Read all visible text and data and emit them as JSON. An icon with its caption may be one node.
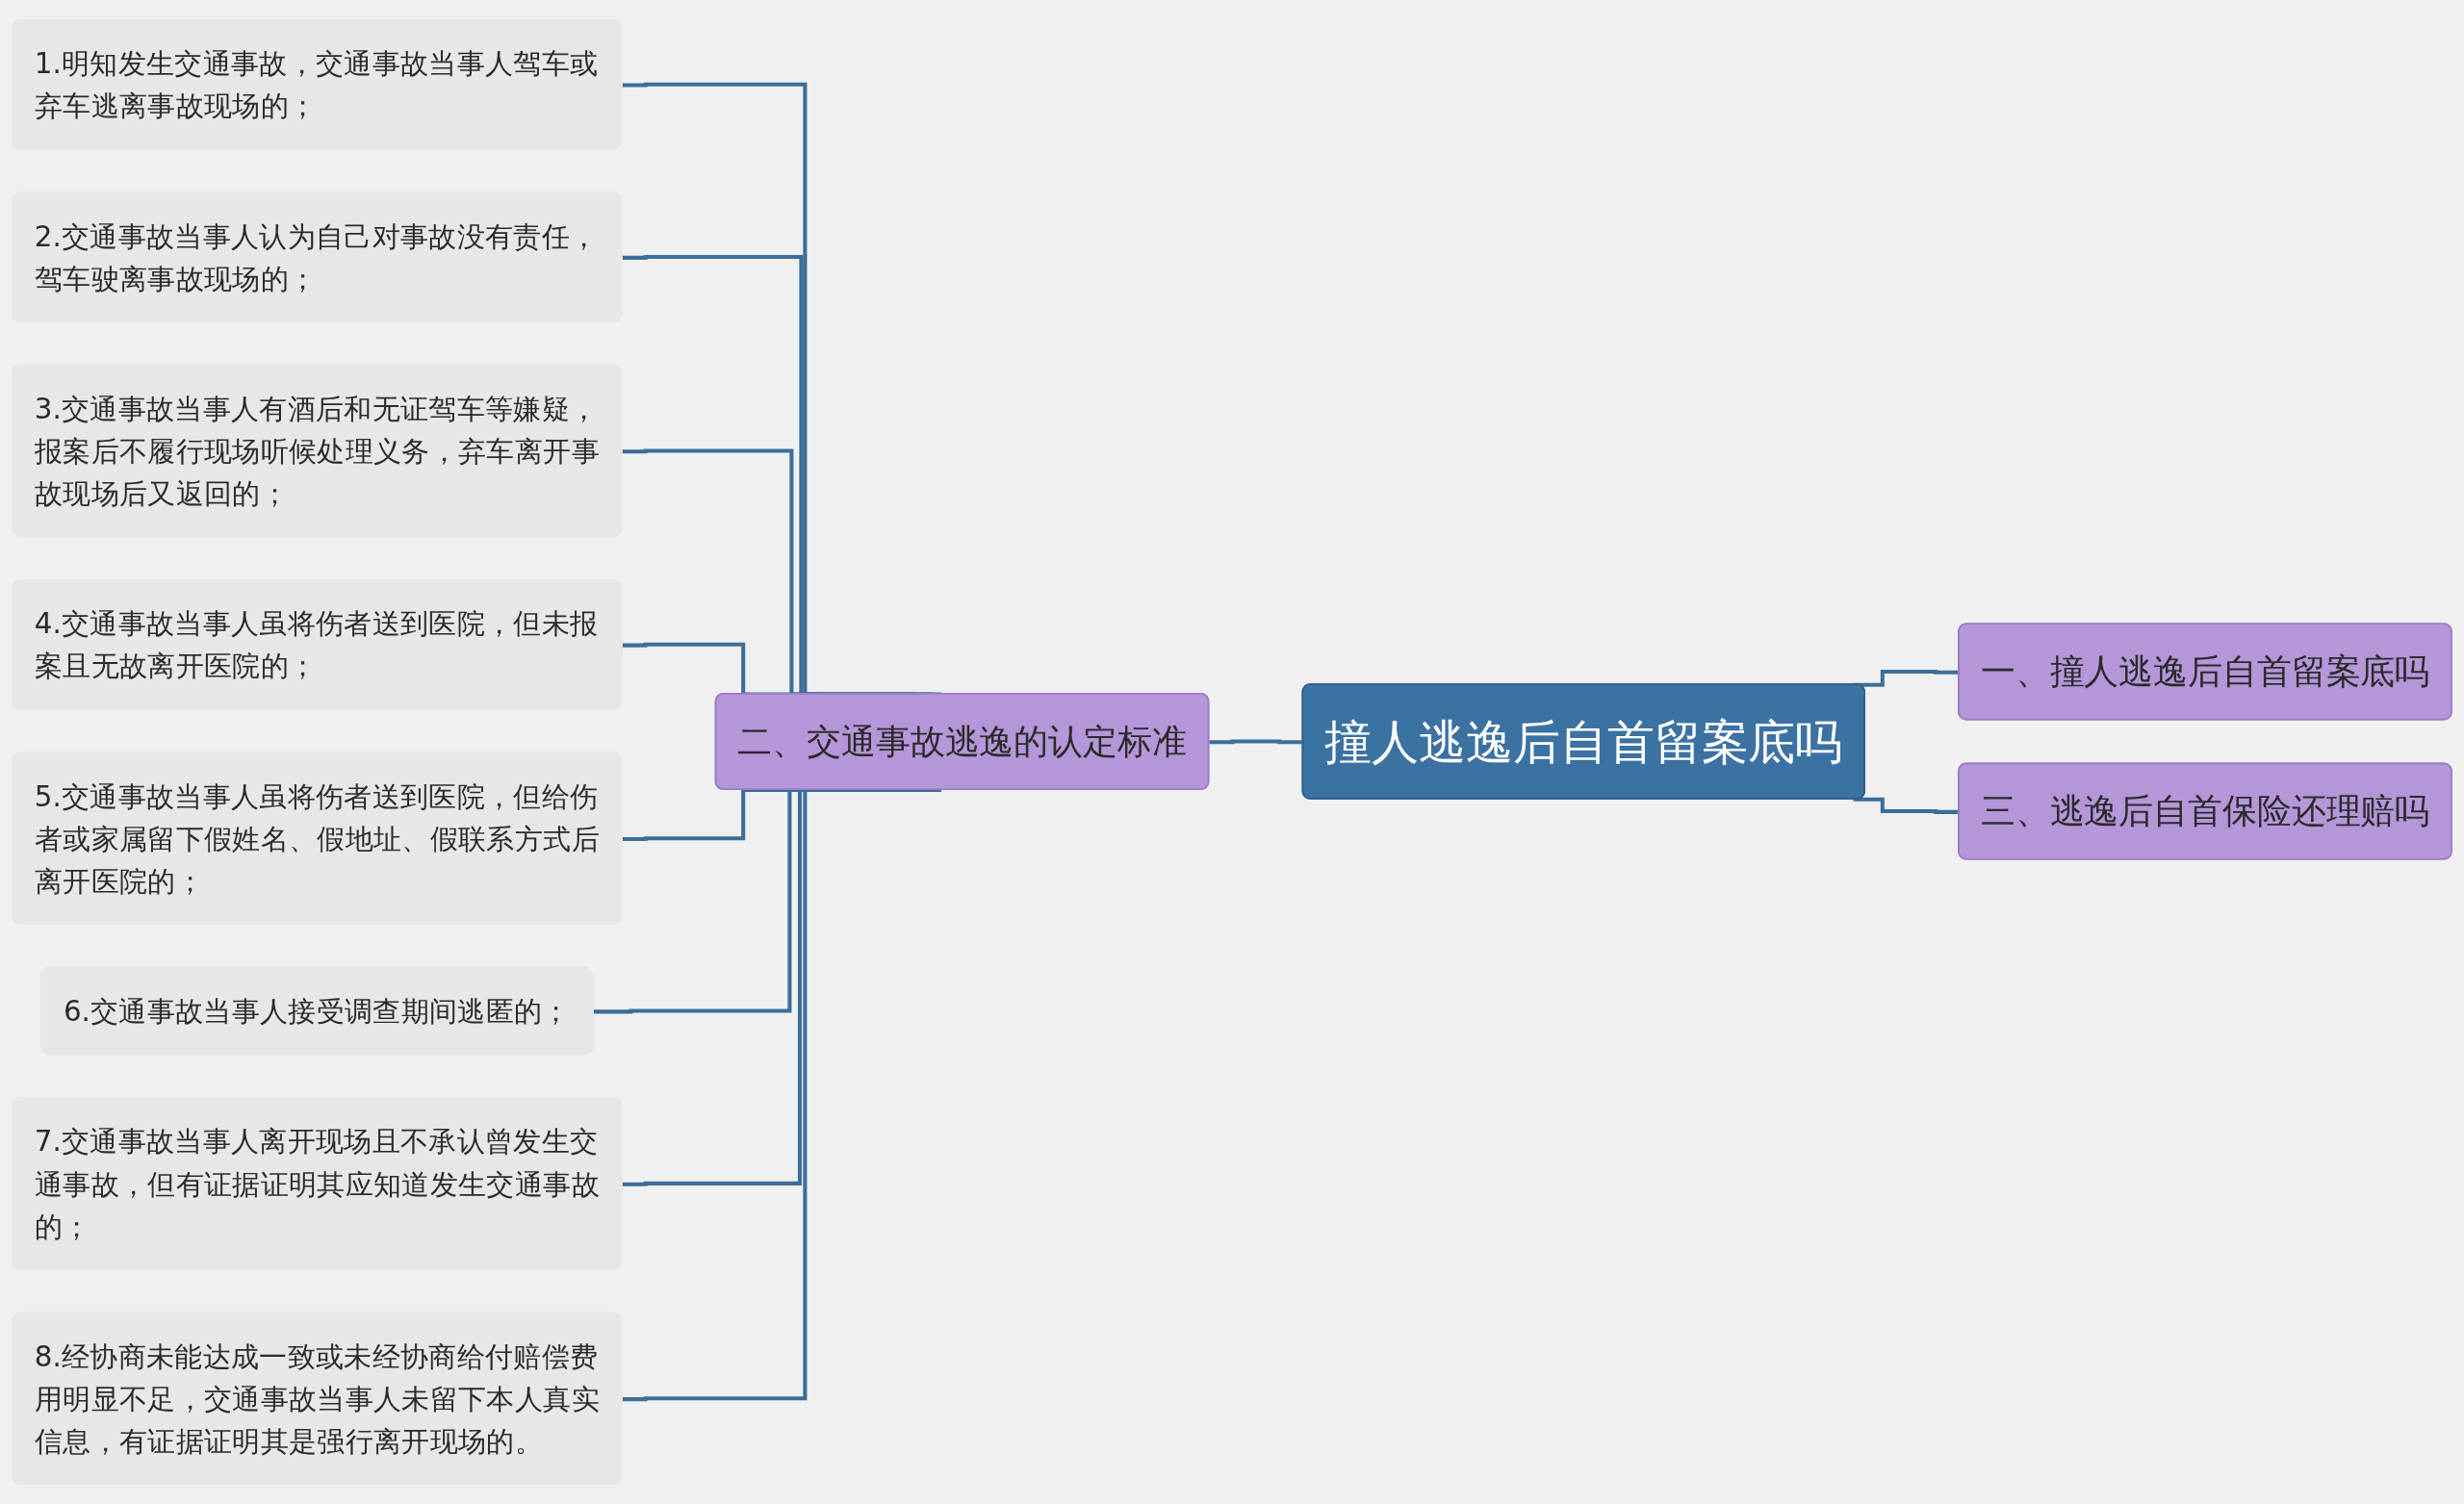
{
  "diagram": {
    "nodes": [
      {
        "text": [
          "撞人逃逸后自首留案底吗"
        ]
      },
      {
        "text": [
          "一、撞人逃逸后自首留案底吗"
        ]
      },
      {
        "text": [
          "二、交通事故逃逸的认定标准"
        ]
      },
      {
        "text": [
          "三、逃逸后自首保险还理赔吗"
        ]
      },
      {
        "text": [
          "1.明知发生交通事故，交通事故当事人驾车或弃车逃离事故现场的；"
        ]
      },
      {
        "text": [
          "2.交通事故当事人认为自己对事故没有责任，驾车驶离事故现场的；"
        ]
      },
      {
        "text": [
          "3.交通事故当事人有酒后和无证驾车等嫌疑，报案后不履行现场听候处理义务，弃车离开事故现场后又返回的；"
        ]
      },
      {
        "text": [
          "4.交通事故当事人虽将伤者送到医院，但未报案且无故离开医院的；"
        ]
      },
      {
        "text": [
          "5.交通事故当事人虽将伤者送到医院，但给伤者或家属留下假姓名、假地址、假联系方式后离开医院的；"
        ]
      },
      {
        "text": [
          "6.交通事故当事人接受调查期间逃匿的；"
        ]
      },
      {
        "text": [
          "7.交通事故当事人离开现场且不承认曾发生交通事故，但有证据证明其应知道发生交通事故的；"
        ]
      },
      {
        "text": [
          "8.经协商未能达成一致或未经协商给付赔偿费用明显不足，交通事故当事人未留下本人真实信息，有证据证明其是强行离开现场的。"
        ]
      }
    ],
    "edges": [
      {
        "from": 4,
        "to": 2,
        "arrow": "none"
      },
      {
        "from": 5,
        "to": 2,
        "arrow": "none"
      },
      {
        "from": 6,
        "to": 2,
        "arrow": "none"
      },
      {
        "from": 7,
        "to": 2,
        "arrow": "none"
      },
      {
        "from": 8,
        "to": 2,
        "arrow": "none"
      },
      {
        "from": 9,
        "to": 2,
        "arrow": "none"
      },
      {
        "from": 10,
        "to": 2,
        "arrow": "none"
      },
      {
        "from": 11,
        "to": 2,
        "arrow": "none"
      },
      {
        "from": 2,
        "to": 0,
        "arrow": "none"
      },
      {
        "from": 0,
        "to": 1,
        "arrow": "none"
      },
      {
        "from": 0,
        "to": 3,
        "arrow": "none"
      }
    ]
  }
}
